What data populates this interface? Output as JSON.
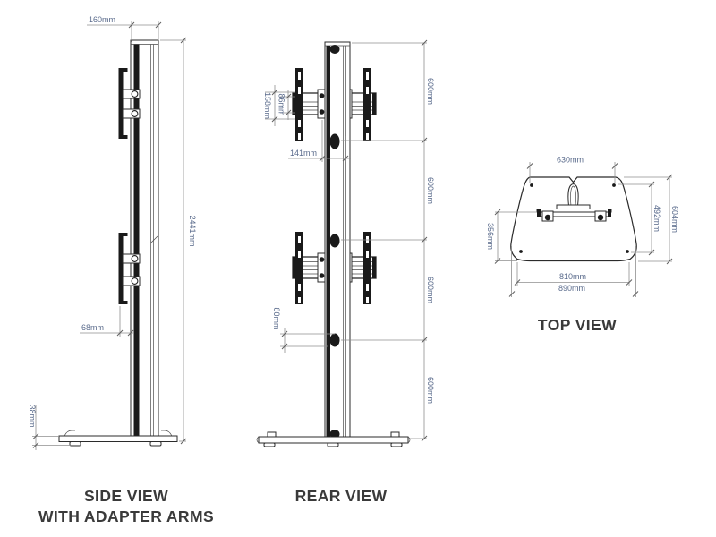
{
  "views": {
    "side": {
      "title_line1": "SIDE VIEW",
      "title_line2": "WITH ADAPTER ARMS",
      "dims": {
        "column_depth": "160mm",
        "total_height": "2441mm",
        "arm_offset": "68mm",
        "base_height": "38mm"
      }
    },
    "rear": {
      "title": "REAR VIEW",
      "dims": {
        "bracket_outer_height": "158mm",
        "arm_profile_height": "86mm",
        "clamp_spacing": "141mm",
        "slot_offset": "80mm",
        "segments": [
          "600mm",
          "600mm",
          "600mm",
          "600mm"
        ]
      }
    },
    "top": {
      "title": "TOP VIEW",
      "dims": {
        "top_width": "630mm",
        "inner_depth": "492mm",
        "outer_depth": "604mm",
        "arm_to_front": "356mm",
        "inner_width": "810mm",
        "outer_width": "890mm"
      }
    }
  },
  "colors": {
    "dim_text": "#5a6b8c",
    "drawing_line": "#2b2b2b",
    "dim_line": "#8f8f8f",
    "title_text": "#3a3a3a",
    "background": "#ffffff"
  }
}
